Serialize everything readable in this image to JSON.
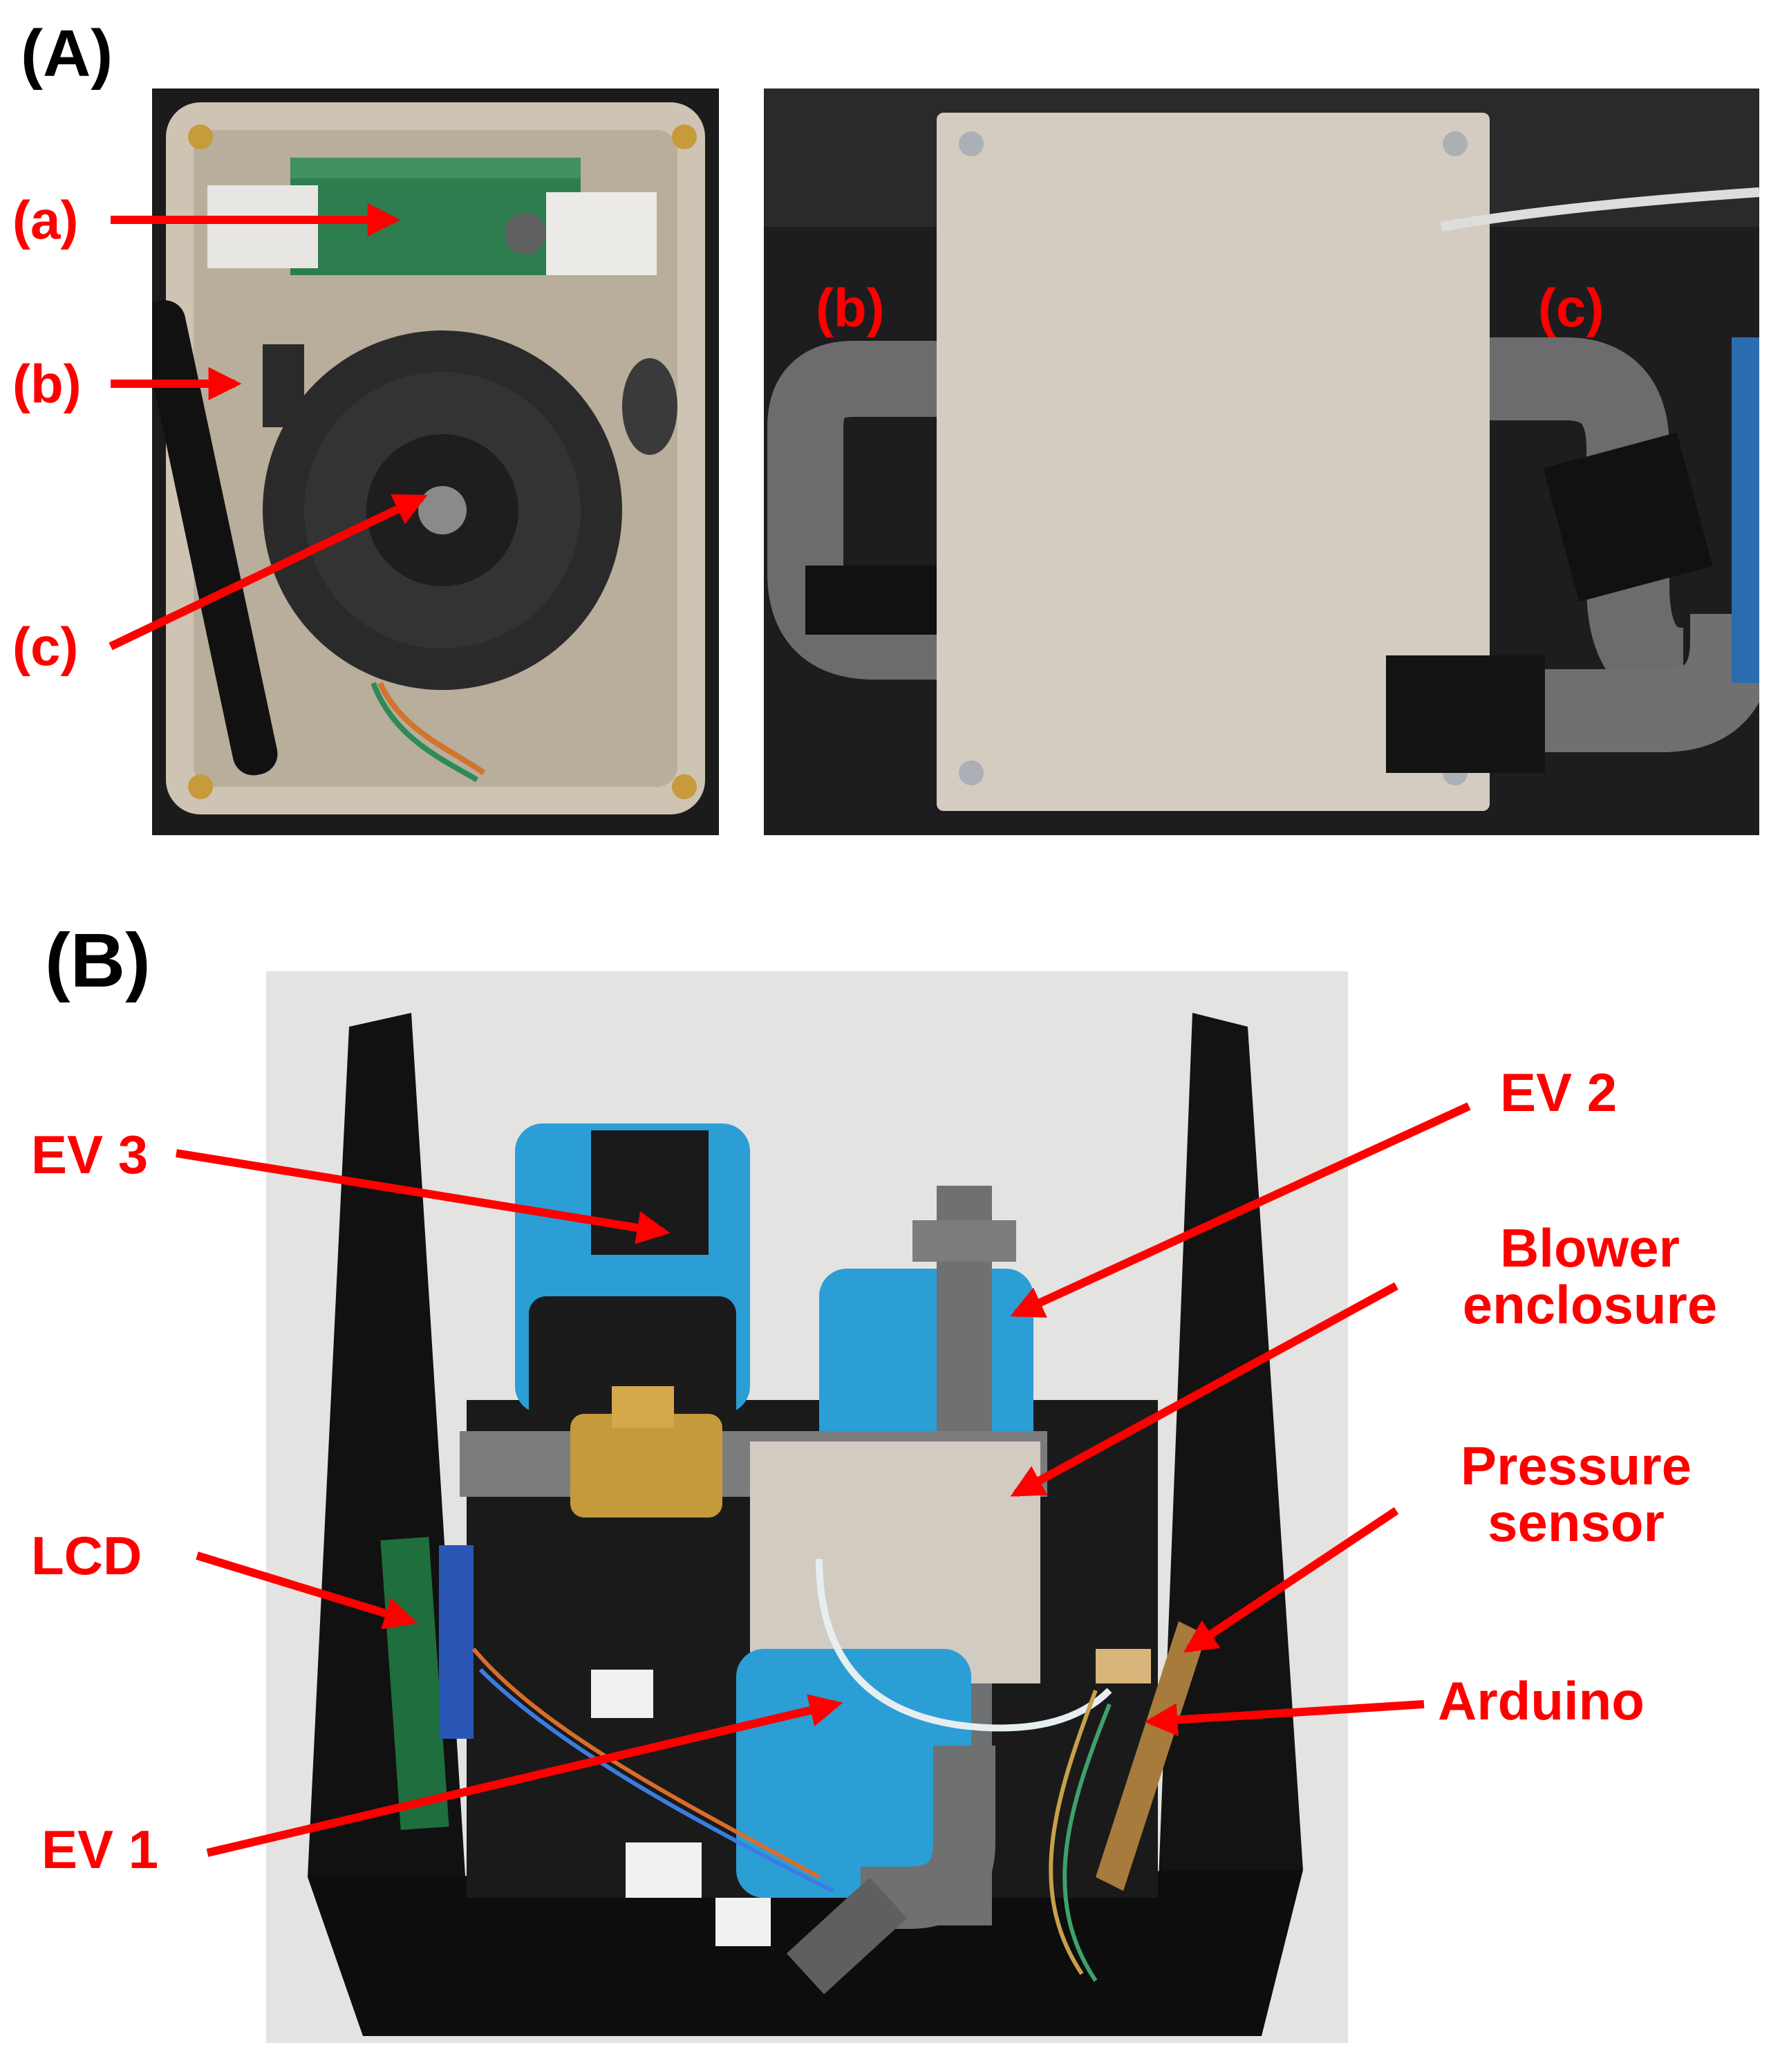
{
  "panels": {
    "A": {
      "title": "(A)"
    },
    "B": {
      "title": "(B)"
    }
  },
  "labels": {
    "A_left_a": "(a)",
    "A_left_b": "(b)",
    "A_left_c": "(c)",
    "A_right_b": "(b)",
    "A_right_c": "(c)",
    "ev3": "EV 3",
    "ev2": "EV 2",
    "blower_line1": "Blower",
    "blower_line2": "enclosure",
    "pressure_line1": "Pressure",
    "pressure_line2": "sensor",
    "lcd": "LCD",
    "arduino": "Arduino",
    "ev1": "EV 1"
  },
  "colors": {
    "annotation": "#ff0000",
    "title": "#000000"
  }
}
